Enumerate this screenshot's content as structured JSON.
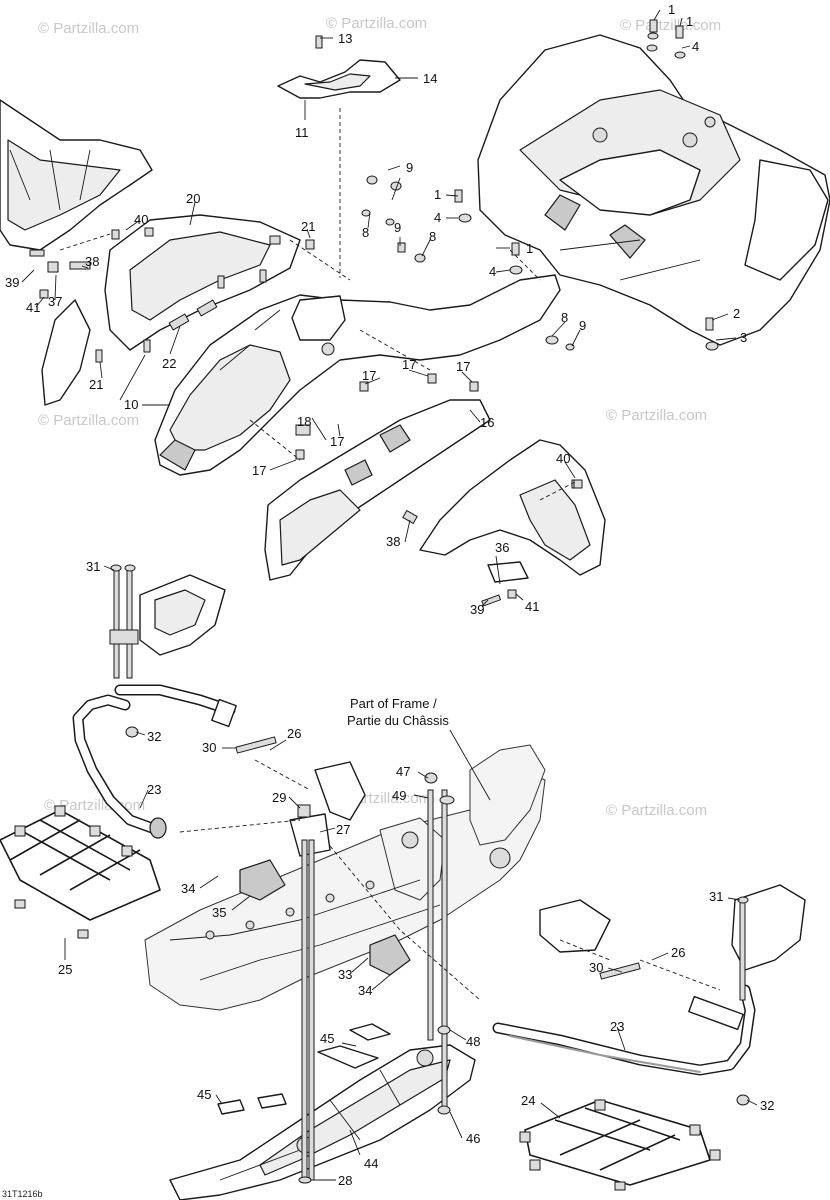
{
  "watermark": "© Partzilla.com",
  "frame_note": {
    "line1": "Part of Frame /",
    "line2": "Partie du Châssis"
  },
  "drawing_code": "31T1216b",
  "callouts": {
    "c1a": "1",
    "c1b": "1",
    "c1c": "1",
    "c1d": "1",
    "c2": "2",
    "c3": "3",
    "c4a": "4",
    "c4b": "4",
    "c4c": "4",
    "c8a": "8",
    "c8b": "8",
    "c8c": "8",
    "c9a": "9",
    "c9b": "9",
    "c9c": "9",
    "c10": "10",
    "c11": "11",
    "c13": "13",
    "c14": "14",
    "c16": "16",
    "c17a": "17",
    "c17b": "17",
    "c17c": "17",
    "c17d": "17",
    "c17e": "17",
    "c18": "18",
    "c20": "20",
    "c21a": "21",
    "c21b": "21",
    "c22": "22",
    "c23a": "23",
    "c23b": "23",
    "c24": "24",
    "c25": "25",
    "c26a": "26",
    "c26b": "26",
    "c27": "27",
    "c28": "28",
    "c29": "29",
    "c30a": "30",
    "c30b": "30",
    "c31a": "31",
    "c31b": "31",
    "c32a": "32",
    "c32b": "32",
    "c33": "33",
    "c34a": "34",
    "c34b": "34",
    "c35": "35",
    "c36": "36",
    "c37": "37",
    "c38a": "38",
    "c38b": "38",
    "c39a": "39",
    "c39b": "39",
    "c40a": "40",
    "c40b": "40",
    "c41a": "41",
    "c41b": "41",
    "c44": "44",
    "c45a": "45",
    "c45b": "45",
    "c46": "46",
    "c47": "47",
    "c48": "48",
    "c49": "49"
  }
}
